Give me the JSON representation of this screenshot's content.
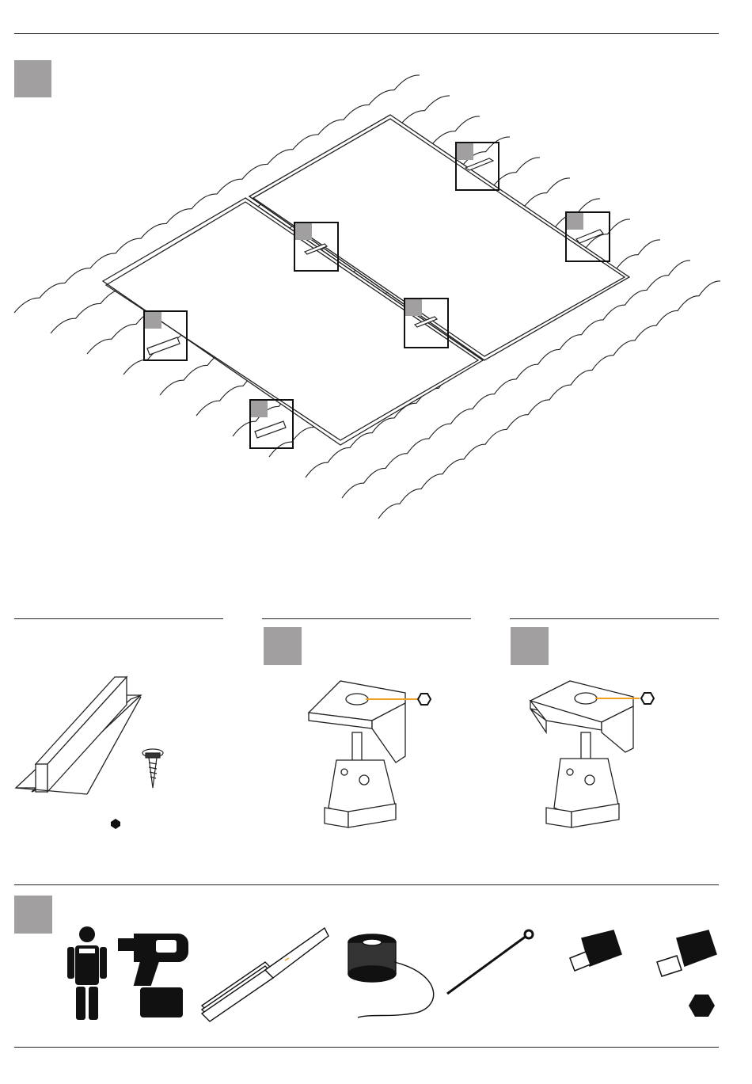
{
  "sections": {
    "roof_overview": {
      "step_markers": 1,
      "callouts": 6
    },
    "parts": [
      {
        "name": "mounting-rail-and-screw"
      },
      {
        "name": "end-clamp",
        "step_marker": true
      },
      {
        "name": "middle-clamp",
        "step_marker": true
      }
    ],
    "tools": [
      "installer-figure",
      "cordless-drill",
      "folding-ruler",
      "cable-spool",
      "torque-wrench",
      "socket-bit",
      "hex-socket-bit"
    ]
  },
  "colors": {
    "marker_gray": "#a19f9f",
    "accent_orange": "#f0a020",
    "line": "#222222"
  }
}
